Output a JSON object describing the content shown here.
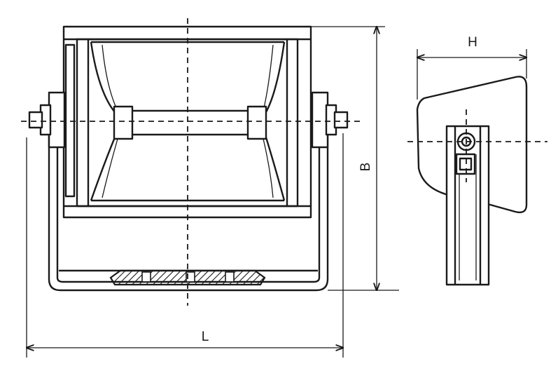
{
  "dimensions": {
    "length_label": "L",
    "height_label": "B",
    "depth_label": "H"
  },
  "colors": {
    "line": "#1a1a1a",
    "background": "#ffffff"
  }
}
